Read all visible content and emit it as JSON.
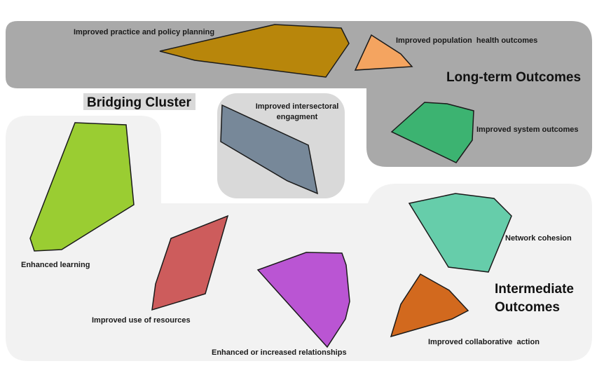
{
  "clusters": {
    "long_term": {
      "title": "Long-term Outcomes"
    },
    "bridging": {
      "title": "Bridging Cluster"
    },
    "intermediate": {
      "title_line1": "Intermediate",
      "title_line2": "Outcomes"
    }
  },
  "outcomes": {
    "practice_policy": {
      "label": "Improved practice and policy planning",
      "color": "#B8860B"
    },
    "population_health": {
      "label": "Improved population  health outcomes",
      "color": "#F4A460"
    },
    "system": {
      "label": "Improved system outcomes",
      "color": "#3CB371"
    },
    "intersectoral": {
      "label_line1": "Improved intersectoral",
      "label_line2": "engagment",
      "color": "#778899"
    },
    "learning": {
      "label": "Enhanced learning",
      "color": "#9ACD32"
    },
    "resources": {
      "label": "Improved use of resources",
      "color": "#CD5C5C"
    },
    "relationships": {
      "label": "Enhanced or increased relationships",
      "color": "#BA55D3"
    },
    "cohesion": {
      "label": "Network cohesion",
      "color": "#66CDAA"
    },
    "collaborative": {
      "label": "Improved collaborative  action",
      "color": "#D2691E"
    }
  },
  "colors": {
    "long_term_bg": "#A9A9A9",
    "bridging_bg": "#D9D9D9",
    "intermediate_bg": "#F2F2F2"
  }
}
